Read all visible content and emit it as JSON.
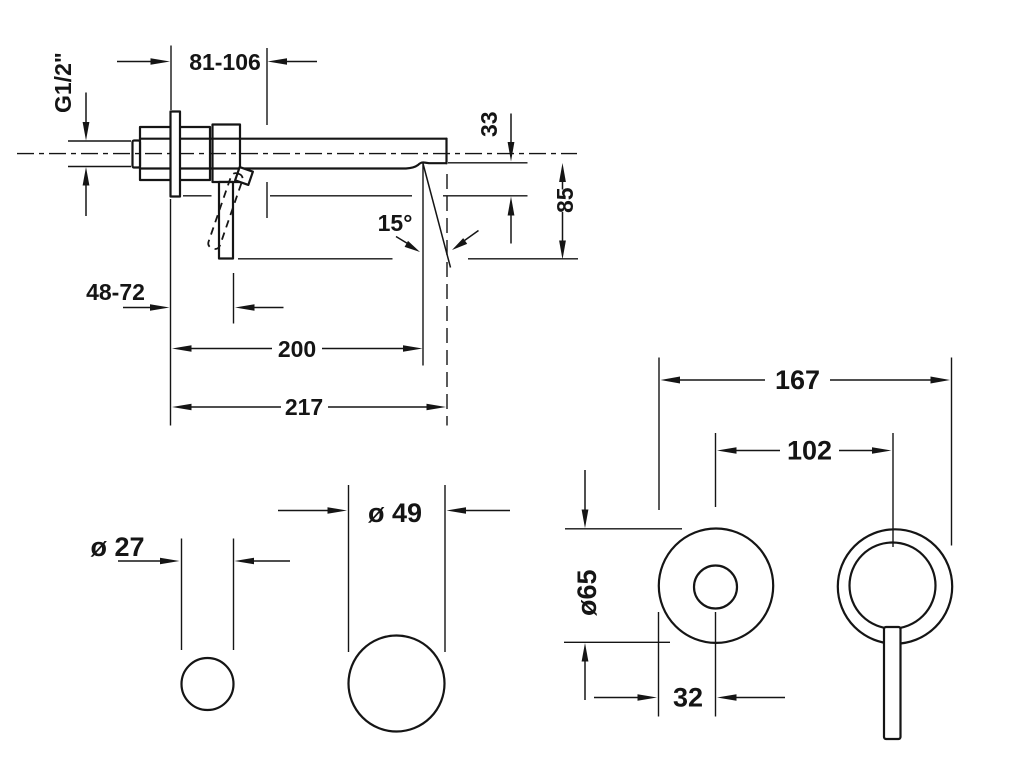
{
  "colors": {
    "background": "#ffffff",
    "line": "#151515"
  },
  "side_view": {
    "thread_label": "G1/2\"",
    "depth_range": "81-106",
    "spout_drop": "33",
    "outlet_clearance": "85",
    "spray_angle": "15°",
    "handle_depth_range": "48-72",
    "spout_reach": "200",
    "total_depth": "217"
  },
  "cutouts": {
    "small_hole": "ø 27",
    "large_hole": "ø 49"
  },
  "front_view": {
    "overall_width": "167",
    "hole_distance": "102",
    "escutcheon_diameter": "ø65",
    "edge_to_center": "32"
  }
}
